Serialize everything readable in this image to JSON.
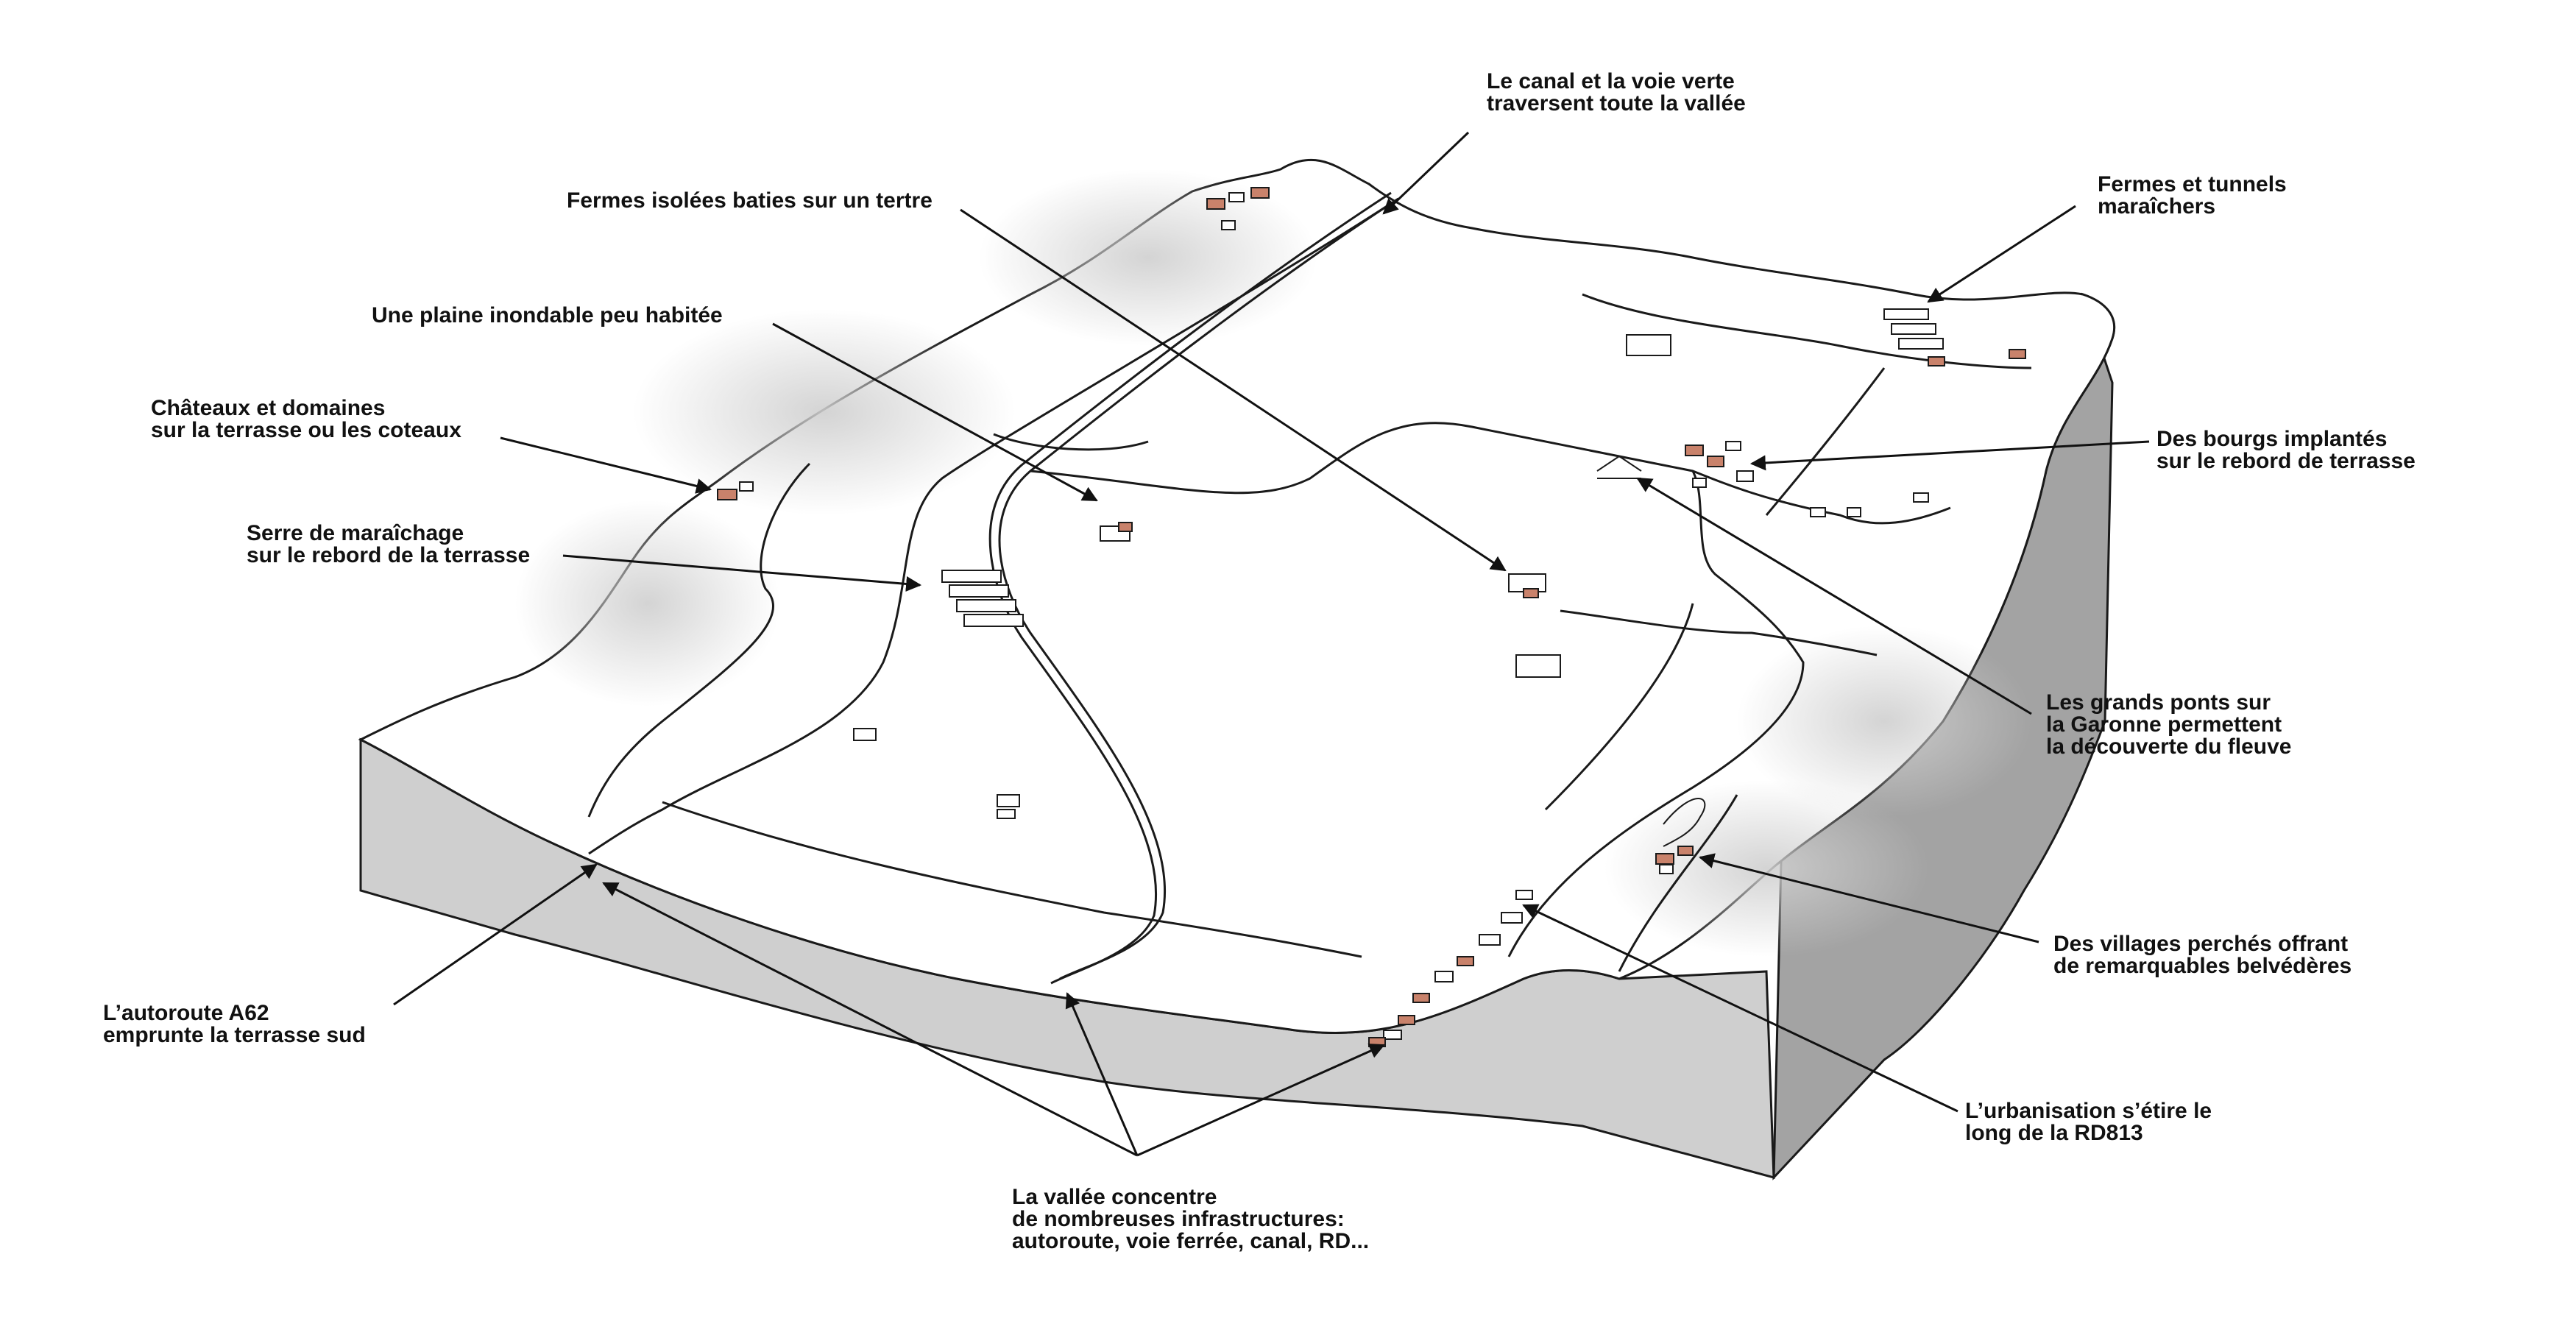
{
  "annotations": [
    {
      "id": "canal",
      "lines": [
        "Le canal et la voie verte",
        "traversent toute la vallée"
      ]
    },
    {
      "id": "fermes-tertre",
      "lines": [
        "Fermes isolées baties sur un tertre"
      ]
    },
    {
      "id": "plaine",
      "lines": [
        "Une plaine inondable peu habitée"
      ]
    },
    {
      "id": "chateaux",
      "lines": [
        "Châteaux et domaines",
        "sur la terrasse ou les coteaux"
      ]
    },
    {
      "id": "serre",
      "lines": [
        "Serre de maraîchage",
        "sur le rebord de la terrasse"
      ]
    },
    {
      "id": "fermes-tunnels",
      "lines": [
        "Fermes et tunnels",
        "maraîchers"
      ]
    },
    {
      "id": "bourgs",
      "lines": [
        "Des bourgs implantés",
        "sur le rebord de terrasse"
      ]
    },
    {
      "id": "ponts",
      "lines": [
        "Les grands ponts sur",
        "la Garonne permettent",
        "la découverte du fleuve"
      ]
    },
    {
      "id": "villages",
      "lines": [
        "Des villages perchés offrant",
        "de remarquables belvédères"
      ]
    },
    {
      "id": "urbanisation",
      "lines": [
        "L’urbanisation s’étire le",
        "long de la RD813"
      ]
    },
    {
      "id": "autoroute",
      "lines": [
        "L’autoroute A62",
        "emprunte la terrasse sud"
      ]
    },
    {
      "id": "vallee",
      "lines": [
        "La vallée concentre",
        "de nombreuses infrastructures:",
        "autoroute, voie ferrée, canal, RD..."
      ]
    }
  ],
  "colors": {
    "roof": "#c9826b",
    "side": "#cfcfcf",
    "side_dark": "#a8a8a8",
    "ink": "#1a1a1a"
  }
}
